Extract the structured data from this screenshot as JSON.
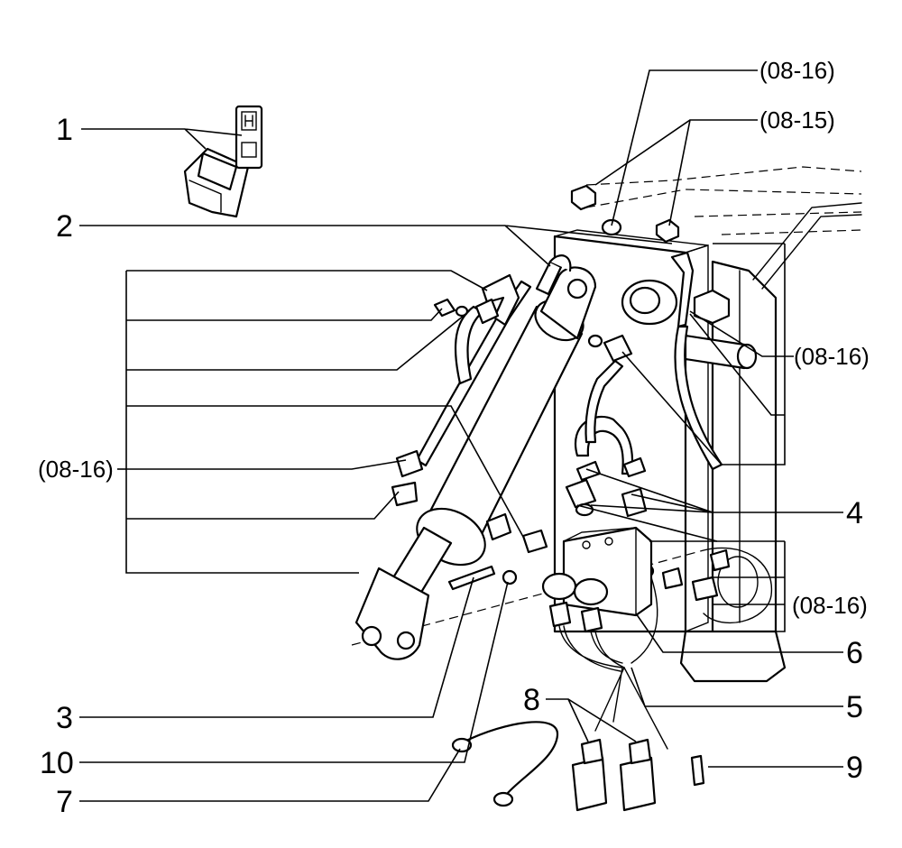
{
  "callouts": {
    "n1": "1",
    "n2": "2",
    "n3": "3",
    "n4": "4",
    "n5": "5",
    "n6": "6",
    "n7": "7",
    "n8": "8",
    "n9": "9",
    "n10": "10"
  },
  "references": {
    "top_1": "(08-16)",
    "top_2": "(08-15)",
    "right_1": "(08-16)",
    "left_1": "(08-16)",
    "right_2": "(08-16)"
  },
  "icons": {
    "switch": "rocker-switch-icon",
    "cylinder": "hydraulic-cylinder-icon",
    "valve": "valve-block-icon",
    "connector": "electrical-connector-icon",
    "cable": "ground-cable-icon",
    "pin": "pin-icon"
  }
}
